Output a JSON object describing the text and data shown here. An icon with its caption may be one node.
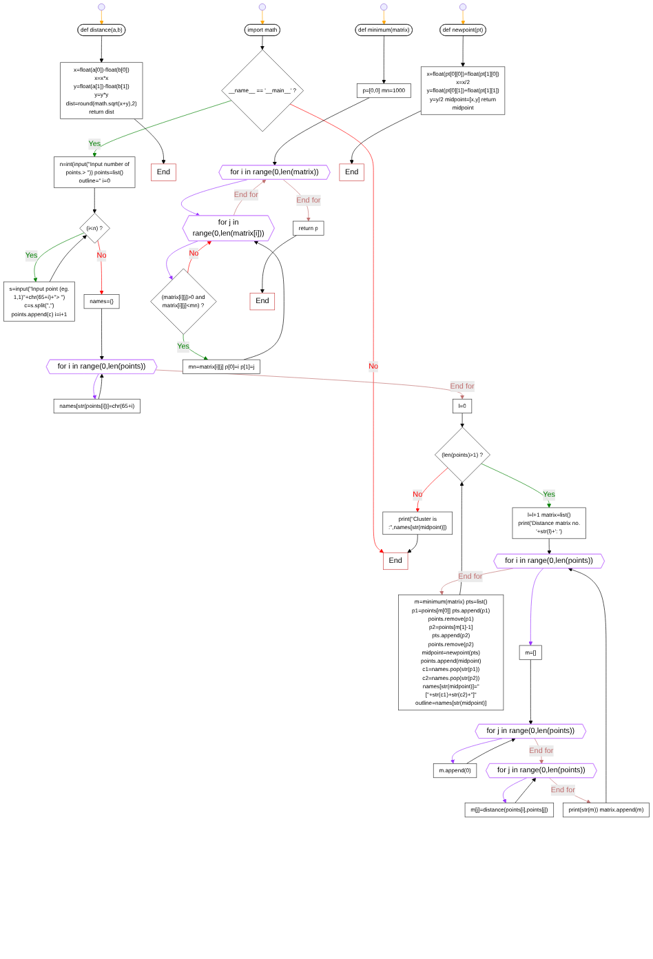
{
  "diagram": {
    "nodes": [
      {
        "text": [
          "import math"
        ]
      },
      {
        "text": [
          "__name__ == '__main__' ?"
        ]
      },
      {
        "text": [
          "n=int(input(\"Input number of points.> \")) points=list() outline='' i=0"
        ]
      },
      {
        "text": [
          "(i<n) ?"
        ]
      },
      {
        "text": [
          "s=input(\"Input point (eg. 1,1)\"+chr(65+i)+\"> \") c=s.split(\",\") points.append(c) i=i+1"
        ]
      },
      {
        "text": [
          "names={}"
        ]
      },
      {
        "text": [
          "for i in range(0,len(points))"
        ]
      },
      {
        "text": [
          "names[str(points[i])]=chr(65+i)"
        ]
      },
      {
        "text": [
          "l=0"
        ]
      },
      {
        "text": [
          "(len(points)>1) ?"
        ]
      },
      {
        "text": [
          "print(\"Cluster is :\",names[str(midpoint)])"
        ]
      },
      {
        "text": [
          "End"
        ]
      },
      {
        "text": [
          "l=l+1 matrix=list() print('Distance matrix no. '+str(l)+': ')"
        ]
      },
      {
        "text": [
          "for i in range(0,len(points))"
        ]
      },
      {
        "text": [
          "m=minimum(matrix) pts=list() p1=points[m[0]] pts.append(p1) points.remove(p1) p2=points[m[1]-1] pts.append(p2) points.remove(p2) midpoint=newpoint(pts) points.append(midpoint) c1=names.pop(str(p1)) c2=names.pop(str(p2)) names[str(midpoint)]=\"[\"+str(c1)+str(c2)+\"]\" outline=names[str(midpoint)]"
        ]
      },
      {
        "text": [
          "m=[]"
        ]
      },
      {
        "text": [
          "for j in range(0,len(points))"
        ]
      },
      {
        "text": [
          "m.append(0)"
        ]
      },
      {
        "text": [
          "for j in range(0,len(points))"
        ]
      },
      {
        "text": [
          "print(str(m)) matrix.append(m)"
        ]
      },
      {
        "text": [
          "m[j]=distance(points[i],points[j])"
        ]
      },
      {
        "text": [
          "def distance(a,b)"
        ]
      },
      {
        "text": [
          "x=float(a[0])-float(b[0]) x=x*x y=float(a[1])-float(b[1]) y=y*y dist=round(math.sqrt(x+y),2) return dist"
        ]
      },
      {
        "text": [
          "End"
        ]
      },
      {
        "text": [
          "def minimum(matrix)"
        ]
      },
      {
        "text": [
          "p=[0,0] mn=1000"
        ]
      },
      {
        "text": [
          "for i in range(0,len(matrix))"
        ]
      },
      {
        "text": [
          "for j in range(0,len(matrix[i]))"
        ]
      },
      {
        "text": [
          "(matrix[i][j]>0 and matrix[i][j]<mn) ?"
        ]
      },
      {
        "text": [
          "mn=matrix[i][j] p[0]=i p[1]=j"
        ]
      },
      {
        "text": [
          "return p"
        ]
      },
      {
        "text": [
          "End"
        ]
      },
      {
        "text": [
          "def newpoint(pt)"
        ]
      },
      {
        "text": [
          "x=float(pt[0][0])+float(pt[1][0]) x=x/2 y=float(pt[0][1])+float(pt[1][1]) y=y/2 midpoint=[x,y] return midpoint"
        ]
      },
      {
        "text": [
          "End"
        ]
      }
    ],
    "edges": [
      {
        "from": null,
        "to": 0,
        "arrow": "to",
        "color": "#ffa500"
      },
      {
        "from": 0,
        "to": 1,
        "arrow": "to"
      },
      {
        "from": 1,
        "to": 2,
        "arrow": "to",
        "label": "Yes",
        "color": "#008000"
      },
      {
        "from": 1,
        "to": 11,
        "arrow": "to",
        "label": "No",
        "color": "#ff0000"
      },
      {
        "from": 2,
        "to": 3,
        "arrow": "to"
      },
      {
        "from": 3,
        "to": 4,
        "arrow": "to",
        "label": "Yes",
        "color": "#008000"
      },
      {
        "from": 4,
        "to": 3,
        "arrow": "to"
      },
      {
        "from": 3,
        "to": 5,
        "arrow": "to",
        "label": "No",
        "color": "#ff0000"
      },
      {
        "from": 5,
        "to": 6,
        "arrow": "to"
      },
      {
        "from": 6,
        "to": 7,
        "arrow": "to",
        "color": "#9933ff"
      },
      {
        "from": 7,
        "to": 6,
        "arrow": "to"
      },
      {
        "from": 6,
        "to": 8,
        "arrow": "to",
        "label": "End for",
        "color": "#c07070"
      },
      {
        "from": 8,
        "to": 9,
        "arrow": "to"
      },
      {
        "from": 9,
        "to": 12,
        "arrow": "to",
        "label": "Yes",
        "color": "#008000"
      },
      {
        "from": 9,
        "to": 10,
        "arrow": "to",
        "label": "No",
        "color": "#ff0000"
      },
      {
        "from": 10,
        "to": 11,
        "arrow": "to"
      },
      {
        "from": 12,
        "to": 13,
        "arrow": "to"
      },
      {
        "from": 13,
        "to": 15,
        "arrow": "to",
        "color": "#9933ff"
      },
      {
        "from": 15,
        "to": 16,
        "arrow": "to"
      },
      {
        "from": 16,
        "to": 17,
        "arrow": "to",
        "color": "#9933ff"
      },
      {
        "from": 17,
        "to": 16,
        "arrow": "to"
      },
      {
        "from": 16,
        "to": 18,
        "arrow": "to",
        "label": "End for",
        "color": "#c07070"
      },
      {
        "from": 18,
        "to": 20,
        "arrow": "to",
        "color": "#9933ff"
      },
      {
        "from": 20,
        "to": 18,
        "arrow": "to"
      },
      {
        "from": 18,
        "to": 19,
        "arrow": "to",
        "label": "End for",
        "color": "#c07070"
      },
      {
        "from": 19,
        "to": 13,
        "arrow": "to"
      },
      {
        "from": 13,
        "to": 14,
        "arrow": "to",
        "label": "End for",
        "color": "#c07070"
      },
      {
        "from": 14,
        "to": 9,
        "arrow": "to"
      },
      {
        "from": null,
        "to": 21,
        "arrow": "to",
        "color": "#ffa500"
      },
      {
        "from": 21,
        "to": 22,
        "arrow": "to"
      },
      {
        "from": 22,
        "to": 23,
        "arrow": "to"
      },
      {
        "from": null,
        "to": 24,
        "arrow": "to",
        "color": "#ffa500"
      },
      {
        "from": 24,
        "to": 25,
        "arrow": "to"
      },
      {
        "from": 25,
        "to": 26,
        "arrow": "to"
      },
      {
        "from": 26,
        "to": 27,
        "arrow": "to",
        "color": "#9933ff"
      },
      {
        "from": 27,
        "to": 28,
        "arrow": "to",
        "color": "#9933ff"
      },
      {
        "from": 28,
        "to": 27,
        "arrow": "to",
        "label": "No",
        "color": "#ff0000"
      },
      {
        "from": 28,
        "to": 29,
        "arrow": "to",
        "label": "Yes",
        "color": "#008000"
      },
      {
        "from": 29,
        "to": 27,
        "arrow": "to"
      },
      {
        "from": 27,
        "to": 26,
        "arrow": "to",
        "label": "End for",
        "color": "#c07070"
      },
      {
        "from": 26,
        "to": 30,
        "arrow": "to",
        "label": "End for",
        "color": "#c07070"
      },
      {
        "from": 30,
        "to": 31,
        "arrow": "to"
      },
      {
        "from": null,
        "to": 32,
        "arrow": "to",
        "color": "#ffa500"
      },
      {
        "from": 32,
        "to": 33,
        "arrow": "to"
      },
      {
        "from": 33,
        "to": 34,
        "arrow": "to"
      }
    ]
  }
}
